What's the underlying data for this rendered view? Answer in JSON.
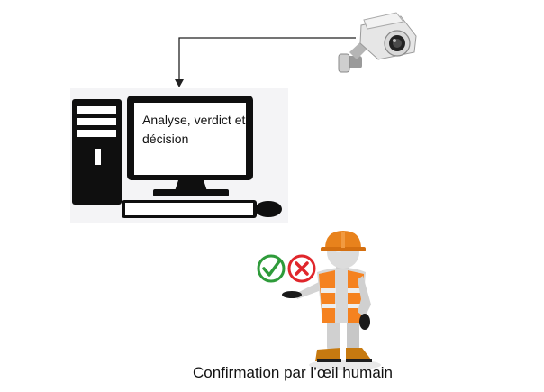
{
  "computer": {
    "label": "Analyse, verdict et décision"
  },
  "caption": "Confirmation par l’œil humain",
  "icons": {
    "camera": "security-camera-icon",
    "computer": "desktop-computer-icon",
    "accept": "check-circle-icon",
    "reject": "cross-circle-icon",
    "worker": "construction-worker-figure"
  },
  "colors": {
    "check": "#2e9b3a",
    "cross": "#e0262b",
    "vest": "#f58220",
    "helmet": "#e8821c"
  }
}
